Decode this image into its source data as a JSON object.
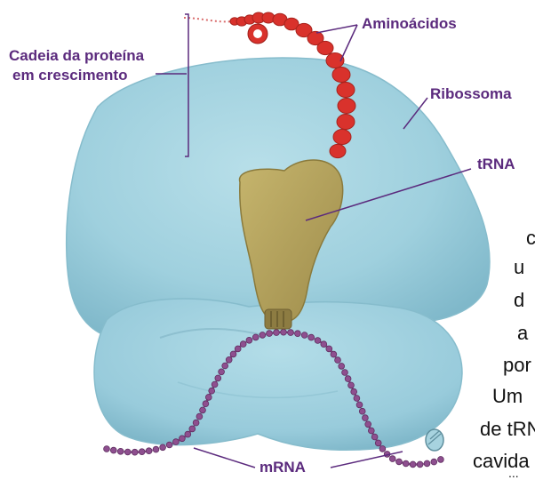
{
  "figure": {
    "labels": {
      "growing_chain_line1": "Cadeia da proteína",
      "growing_chain_line2": "em crescimento",
      "amino_acids": "Aminoácidos",
      "ribosome": "Ribossoma",
      "trna": "tRNA",
      "mrna": "mRNA"
    },
    "colors": {
      "ribosome": "#9fd0de",
      "ribosome_shade": "#7fb8ca",
      "trna": "#b5a35e",
      "amino_acid": "#d9322c",
      "mrna": "#8e4f8f",
      "label": "#5b2a7d"
    }
  },
  "body_text": {
    "line1": "c",
    "line2": "u",
    "line3": "d",
    "line4": "a",
    "line5": "por",
    "line6": "Um",
    "line7": "de tRN",
    "line8": "cavida",
    "line9": "..."
  }
}
